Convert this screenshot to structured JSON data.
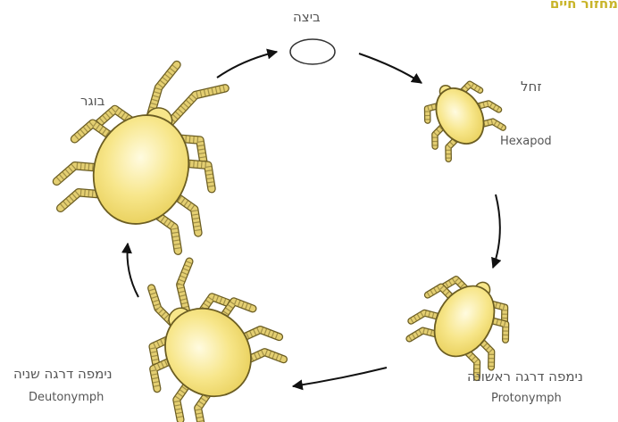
{
  "title": "מחזור חיים",
  "stages": {
    "egg": {
      "he": "ביצה"
    },
    "larva": {
      "he": "זחל",
      "en": "Hexapod"
    },
    "protonymph": {
      "he": "נימפה דרגה ראשונה",
      "en": "Protonymph"
    },
    "deutonymph": {
      "he": "נימפה דרגה שניה",
      "en": "Deutonymph"
    },
    "adult": {
      "he": "בוגר"
    }
  },
  "colors": {
    "body_fill": "#f7e68a",
    "body_light": "#fffbe0",
    "outline": "#6b5d22",
    "leg_band": "#e4cf72",
    "arrow": "#111111",
    "title": "#c8b428",
    "label": "#555555"
  }
}
